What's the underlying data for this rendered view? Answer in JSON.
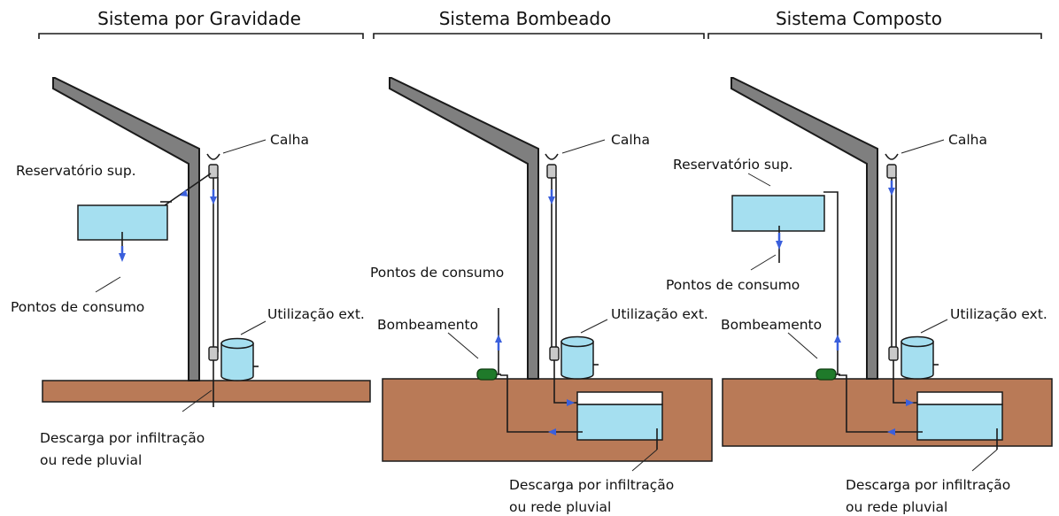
{
  "panels": [
    {
      "title": "Sistema por Gravidade",
      "labels": {
        "calha": "Calha",
        "reservatorio": "Reservatório sup.",
        "pontos": "Pontos de consumo",
        "utilizacao": "Utilização ext.",
        "descarga_line1": "Descarga por infiltração",
        "descarga_line2": "ou rede pluvial"
      }
    },
    {
      "title": "Sistema Bombeado",
      "labels": {
        "calha": "Calha",
        "pontos": "Pontos de consumo",
        "bombeamento": "Bombeamento",
        "utilizacao": "Utilização ext.",
        "descarga_line1": "Descarga por infiltração",
        "descarga_line2": "ou rede pluvial"
      }
    },
    {
      "title": "Sistema Composto",
      "labels": {
        "calha": "Calha",
        "reservatorio": "Reservatório sup.",
        "pontos": "Pontos de consumo",
        "bombeamento": "Bombeamento",
        "utilizacao": "Utilização ext.",
        "descarga_line1": "Descarga por infiltração",
        "descarga_line2": "ou rede pluvial"
      }
    }
  ],
  "colors": {
    "ground": "#b97a57",
    "wall": "#7f7f7f",
    "water": "#a5dff0",
    "flow_arrow": "#3a5fdc",
    "pump": "#1f7a2a"
  }
}
